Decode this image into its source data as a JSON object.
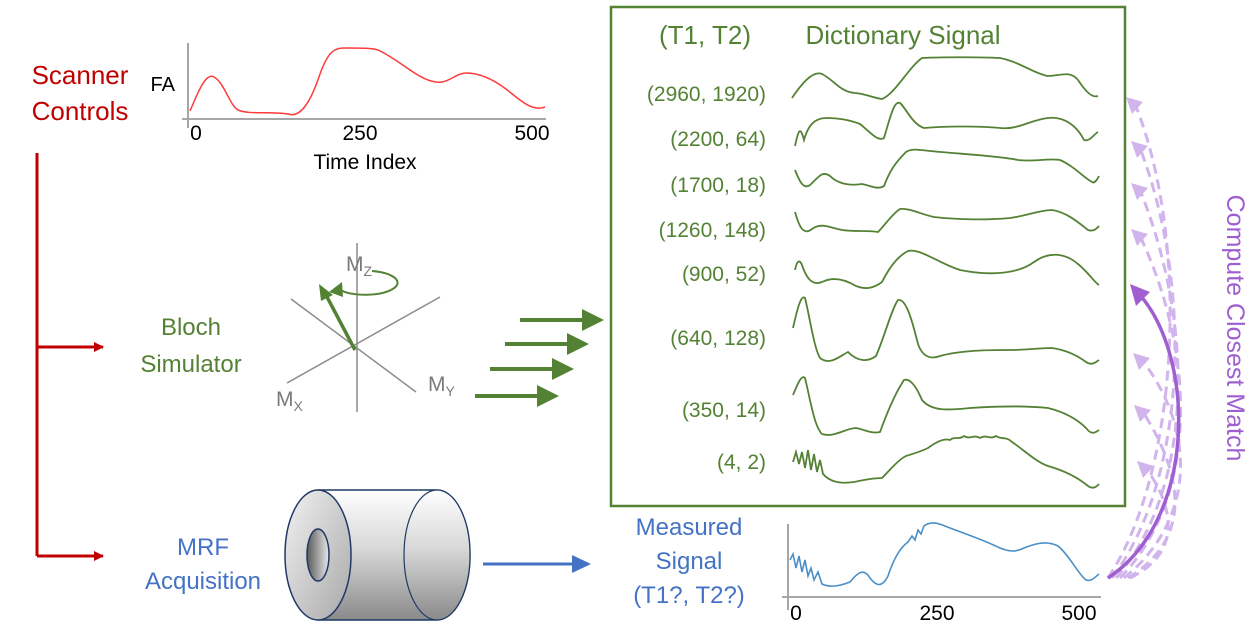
{
  "colors": {
    "red": "#c00000",
    "green": "#548235",
    "blue": "#4472c4",
    "purple": "#a05fd0",
    "gray": "#808080",
    "black": "#000000"
  },
  "scanner": {
    "title_line1": "Scanner",
    "title_line2": "Controls"
  },
  "fa_plot": {
    "ylabel": "FA",
    "xlabel": "Time Index",
    "ticks": [
      "0",
      "250",
      "500"
    ]
  },
  "bloch": {
    "label_line1": "Bloch",
    "label_line2": "Simulator",
    "axis_z_main": "M",
    "axis_z_sub": "Z",
    "axis_x_main": "M",
    "axis_x_sub": "X",
    "axis_y_main": "M",
    "axis_y_sub": "Y"
  },
  "mrf": {
    "label_line1": "MRF",
    "label_line2": "Acquisition"
  },
  "dictionary": {
    "header_params": "(T1, T2)",
    "header_signal": "Dictionary Signal",
    "entries": [
      "(2960, 1920)",
      "(2200, 64)",
      "(1700, 18)",
      "(1260, 148)",
      "(900, 52)",
      "(640, 128)",
      "(350, 14)",
      "(4, 2)"
    ]
  },
  "measured": {
    "line1": "Measured",
    "line2": "Signal",
    "line3": "(T1?, T2?)",
    "ticks": [
      "0",
      "250",
      "500"
    ]
  },
  "match": {
    "label": "Compute Closest Match"
  }
}
